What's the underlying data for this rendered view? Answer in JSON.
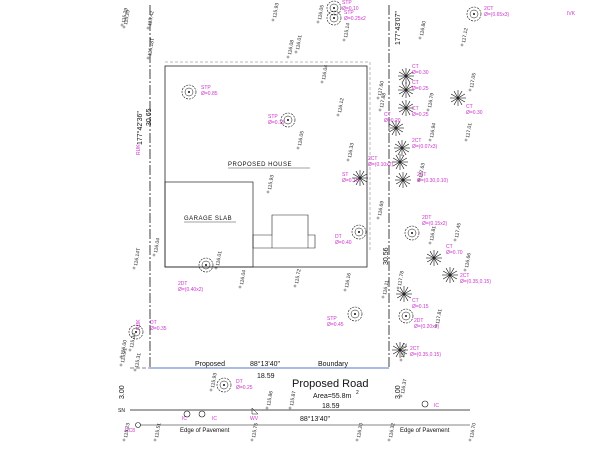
{
  "colors": {
    "line": "#111111",
    "tree_label": "#cc33cc",
    "boundary_blue": "#5577cc",
    "background": "#ffffff"
  },
  "labels": {
    "proposed_house": "PROPOSED HOUSE",
    "garage_slab": "GARAGE SLAB",
    "proposed_road": "Proposed Road",
    "area": "Area=55.8m",
    "area_sup": "2",
    "proposed": "Proposed",
    "boundary": "Boundary",
    "edge_pavement_1": "Edge of Pavement",
    "edge_pavement_2": "Edge of Pavement",
    "rc8": "RC8",
    "sn": "SN",
    "wv": "WV"
  },
  "dimensions": {
    "bearing_top": "88°13'40\"",
    "dist_top": "18.59",
    "dist_bottom": "18.59",
    "bearing_bottom": "88°13'40\"",
    "left_bearing": "177°42'36\"",
    "left_dist": "30.65",
    "right_bearing": "177°43'07\"",
    "right_dist": "30.56",
    "road_width_left": "3.00",
    "road_width_right": "3.00"
  },
  "trees": [
    {
      "code": "STP",
      "size": "Ø=0.10"
    },
    {
      "code": "STP",
      "size": "Ø=0.25x2"
    },
    {
      "code": "2CT",
      "size": "Ø=(0.65x3)"
    },
    {
      "code": "STP",
      "size": "Ø=0.85"
    },
    {
      "code": "STP",
      "size": "Ø=0.15"
    },
    {
      "code": "CT",
      "size": "Ø=0.30"
    },
    {
      "code": "CT",
      "size": "Ø=0.25"
    },
    {
      "code": "CT",
      "size": "Ø=0.25"
    },
    {
      "code": "CT",
      "size": "Ø=0.30"
    },
    {
      "code": "CT",
      "size": "Ø=0.20"
    },
    {
      "code": "2CT",
      "size": "Ø=(0.07x3)"
    },
    {
      "code": "2CT",
      "size": "Ø=(0.30,0.10)"
    },
    {
      "code": "ST",
      "size": "Ø=0.10"
    },
    {
      "code": "2DT",
      "size": "Ø=(0.15x2)"
    },
    {
      "code": "DT",
      "size": "Ø=0.40"
    },
    {
      "code": "CT",
      "size": "Ø=0.70"
    },
    {
      "code": "2CT",
      "size": "Ø=(0.35,0.15)"
    },
    {
      "code": "2DT",
      "size": "Ø=(0.40x2)"
    },
    {
      "code": "CT",
      "size": "Ø=0.15"
    },
    {
      "code": "2DT",
      "size": "Ø=(0.20x2)"
    },
    {
      "code": "STP",
      "size": "Ø=0.45"
    },
    {
      "code": "DT",
      "size": "Ø=0.35"
    },
    {
      "code": "2CT",
      "size": "Ø=(0.35,0.15)"
    },
    {
      "code": "DT",
      "size": "Ø=0.25"
    },
    {
      "code": "2CT",
      "size": "Ø=(0.10x2)"
    }
  ],
  "elevations": {
    "e1": "116.05",
    "e2": "115.93",
    "e3": "115.14",
    "e4": "116.01",
    "e5": "116.04",
    "e6": "116.12",
    "e7": "116.80",
    "e8": "117.12",
    "e9": "117.60",
    "e10": "116.79",
    "e11": "117.05",
    "e12": "116.94",
    "e13": "117.01",
    "e14": "116.33",
    "e15": "116.05",
    "e16": "117.63",
    "e17": "115.93",
    "e18": "116.69",
    "e19": "116.81",
    "e20": "117.45",
    "e21": "116.66",
    "e22": "116.01",
    "e23": "116.04",
    "e24": "115.72",
    "e25": "116.16",
    "e26": "116.11",
    "e27": "117.78",
    "e28": "117.81",
    "e29": "116.00",
    "e30": "115.93",
    "e31": "115.86",
    "e32": "115.87",
    "e33": "116.37",
    "e34": "116.72",
    "e35": "115.29",
    "e36": "115.42",
    "e37": "116.18T",
    "e38": "116.14T",
    "e39": "116.04",
    "e40": "115.21",
    "e41": "115.34",
    "e42": "115.31",
    "e43": "115.23",
    "e44": "115.51",
    "e45": "115.75",
    "e46": "116.20",
    "e47": "116.32",
    "e48": "116.70",
    "e49": "115.29",
    "e50": "116.08",
    "e51": "117.88"
  },
  "misc": {
    "ic1": "IC",
    "ic2": "IC",
    "ic3": "IC",
    "ruk1": "RUK",
    "ruk2": "RUK",
    "ruk3": "RUK",
    "ivk": "IVK"
  }
}
